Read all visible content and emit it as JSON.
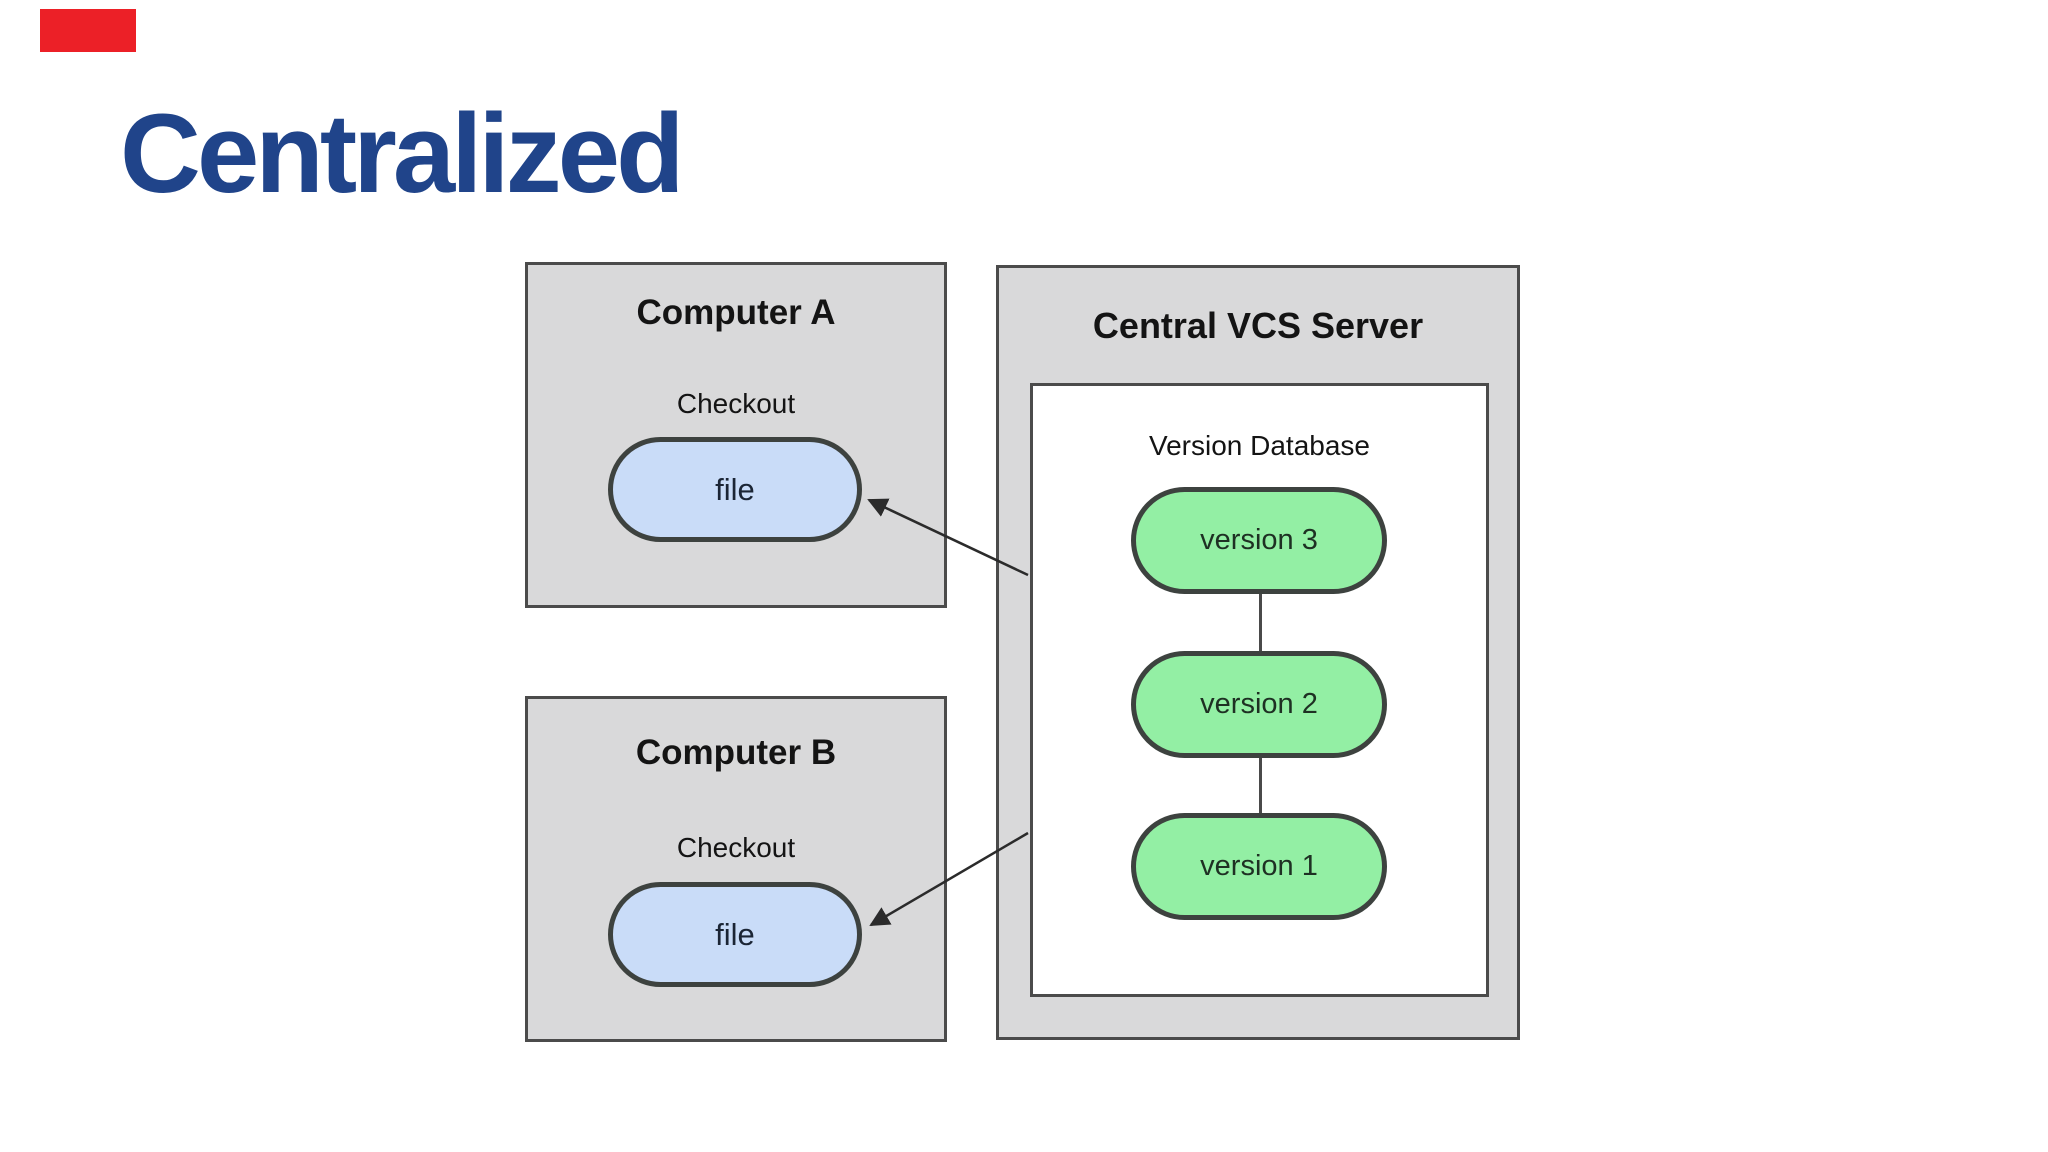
{
  "slide": {
    "title": "Centralized"
  },
  "diagram": {
    "computer_a": {
      "title": "Computer A",
      "action_label": "Checkout",
      "file_label": "file"
    },
    "computer_b": {
      "title": "Computer B",
      "action_label": "Checkout",
      "file_label": "file"
    },
    "server": {
      "title": "Central VCS Server",
      "database": {
        "title": "Version Database",
        "versions": [
          "version 3",
          "version 2",
          "version 1"
        ]
      }
    }
  },
  "colors": {
    "background": "#ffffff",
    "marker": "#ec2027",
    "title_color": "#20448a",
    "gray_fill": "#d9d9da",
    "box_border": "#4b4b4b",
    "pill_border": "#3d423f",
    "file_fill": "#c9dcf8",
    "file_text": "#1b2535",
    "version_fill": "#93efa4",
    "version_text": "#1e3023",
    "dark_text": "#141414",
    "line": "#4a4a4a",
    "arrow": "#2b2b2b"
  }
}
